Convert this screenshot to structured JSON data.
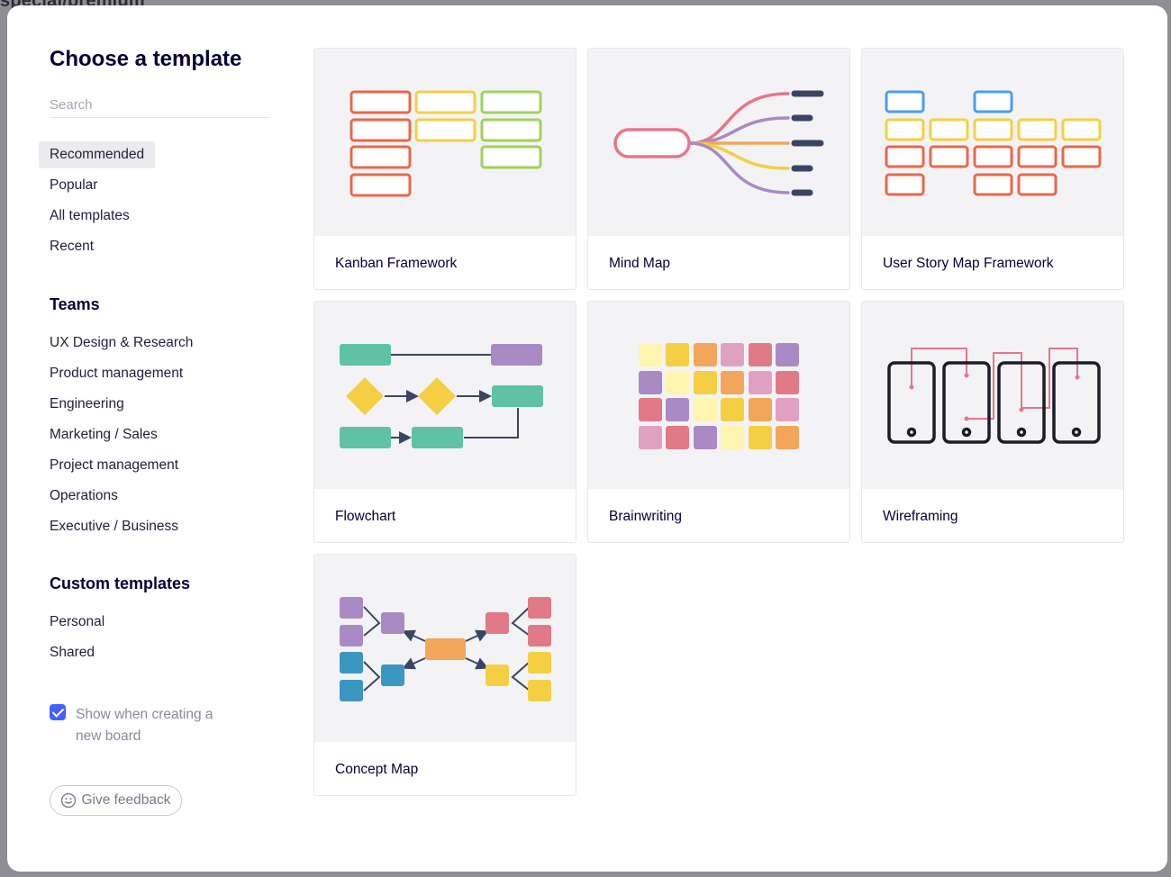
{
  "backdrop": {
    "text": "special/premium"
  },
  "sidebar": {
    "title": "Choose a template",
    "search_placeholder": "Search",
    "nav": [
      {
        "label": "Recommended",
        "active": true
      },
      {
        "label": "Popular"
      },
      {
        "label": "All templates"
      },
      {
        "label": "Recent"
      }
    ],
    "teams_title": "Teams",
    "teams": [
      {
        "label": "UX Design & Research"
      },
      {
        "label": "Product management"
      },
      {
        "label": "Engineering"
      },
      {
        "label": "Marketing / Sales"
      },
      {
        "label": "Project management"
      },
      {
        "label": "Operations"
      },
      {
        "label": "Executive / Business"
      }
    ],
    "custom_title": "Custom templates",
    "custom": [
      {
        "label": "Personal"
      },
      {
        "label": "Shared"
      }
    ],
    "show_checkbox": {
      "label": "Show when creating a new board",
      "checked": true
    },
    "feedback_label": "Give feedback"
  },
  "templates": [
    {
      "label": "Kanban Framework"
    },
    {
      "label": "Mind Map"
    },
    {
      "label": "User Story Map Framework"
    },
    {
      "label": "Flowchart"
    },
    {
      "label": "Brainwriting"
    },
    {
      "label": "Wireframing"
    },
    {
      "label": "Concept Map"
    }
  ],
  "colors": {
    "accent": "#4262ff",
    "red": "#e8684a",
    "yellow": "#f4cf44",
    "green": "#9fd25a",
    "blue": "#4a9df0",
    "teal": "#5fc3a3",
    "purple": "#a98ac4",
    "navy": "#3b4463",
    "orange": "#f2a65a",
    "pink": "#e7768a"
  }
}
